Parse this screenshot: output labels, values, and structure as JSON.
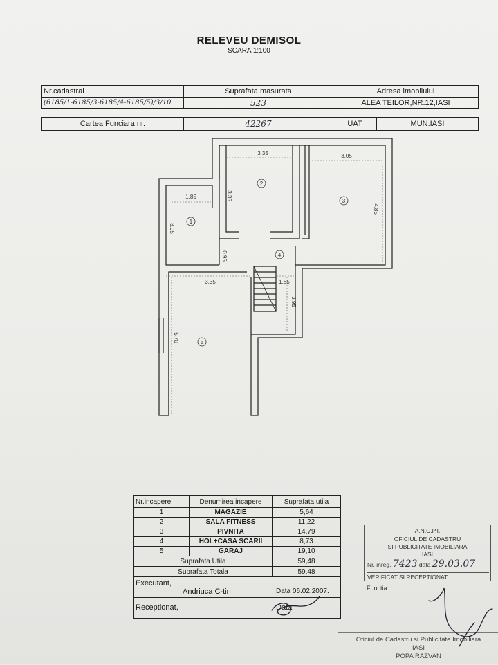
{
  "header": {
    "title": "RELEVEU DEMISOL",
    "scale": "SCARA 1:100"
  },
  "cadastral": {
    "nr_label": "Nr.cadastral",
    "nr_value": "(6185/1-6185/3-6185/4-6185/5)/3/10",
    "area_label": "Suprafata masurata",
    "area_value": "523",
    "address_label": "Adresa imobilului",
    "address_value": "ALEA TEILOR,NR.12,IASI",
    "cf_label": "Cartea Funciara nr.",
    "cf_value": "42267",
    "uat_label": "UAT",
    "uat_value": "MUN.IASI"
  },
  "plan": {
    "dimensions": [
      "3.35",
      "3.05",
      "1.85",
      "3.35",
      "4.85",
      "3.05",
      "0.95",
      "3.35",
      "1.85",
      "3.95",
      "5.70"
    ],
    "room_markers": [
      "1",
      "2",
      "3",
      "4",
      "5"
    ]
  },
  "rooms_table": {
    "headers": [
      "Nr.incapere",
      "Denumirea incapere",
      "Suprafata utila"
    ],
    "rows": [
      {
        "nr": "1",
        "name": "MAGAZIE",
        "area": "5,64"
      },
      {
        "nr": "2",
        "name": "SALA FITNESS",
        "area": "11,22"
      },
      {
        "nr": "3",
        "name": "PIVNITA",
        "area": "14,79"
      },
      {
        "nr": "4",
        "name": "HOL+CASA SCARII",
        "area": "8,73"
      },
      {
        "nr": "5",
        "name": "GARAJ",
        "area": "19,10"
      }
    ],
    "usable_label": "Suprafata Utila",
    "usable_value": "59,48",
    "total_label": "Suprafata Totala",
    "total_value": "59,48",
    "executant_label": "Executant,",
    "executant_name": "Andriuca C-tin",
    "date_label": "Data",
    "date_value": "06.02.2007.",
    "receptionat_label": "Receptionat,",
    "date2_label": "Data"
  },
  "stamp": {
    "line1": "A.N.C.P.I.",
    "line2": "OFICIUL DE CADASTRU",
    "line3": "SI PUBLICITATE IMOBILIARA",
    "line4": "IASI",
    "reg_label": "Nr. inreg.",
    "reg_value": "7423",
    "date_label": "data",
    "date_value": "29.03.07",
    "verified": "VERIFICAT SI RECEPTIONAT",
    "function_label": "Functia"
  },
  "stamp2": {
    "line1": "Oficiul de Cadastru si Publicitate Imobiliara",
    "line2": "IASI",
    "line3": "POPA RĂZVAN"
  }
}
